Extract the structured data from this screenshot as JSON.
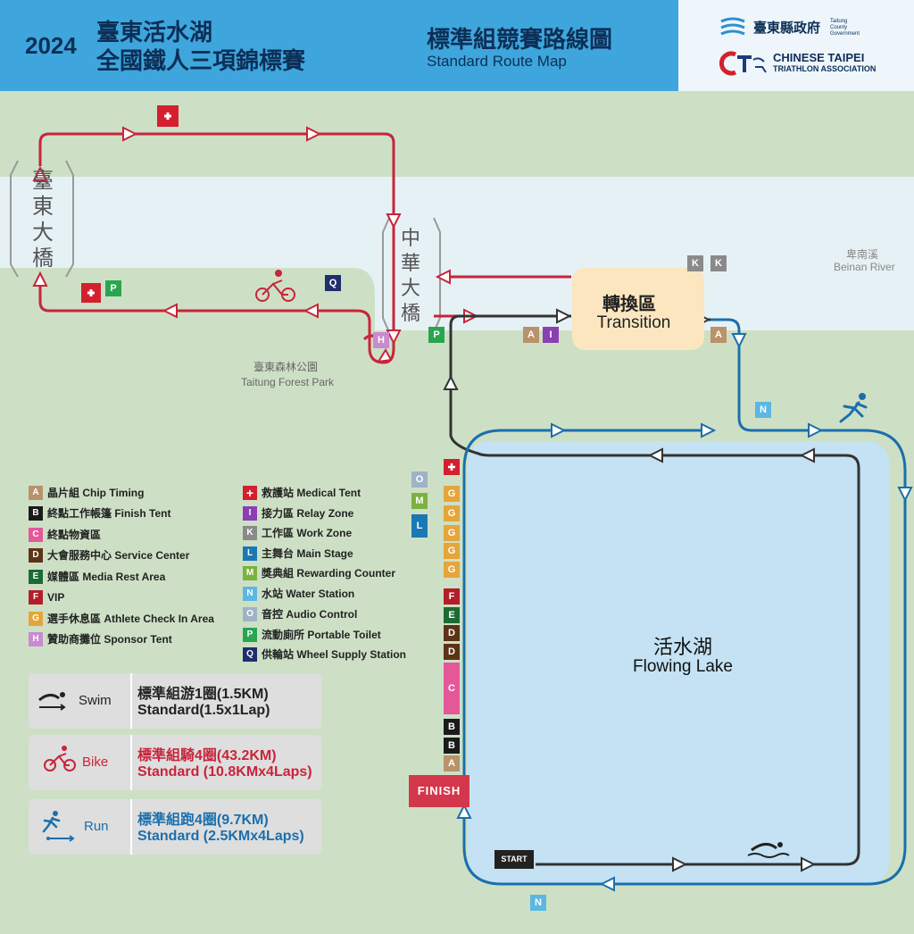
{
  "header": {
    "year": "2024",
    "title_line1": "臺東活水湖",
    "title_line2": "全國鐵人三項錦標賽",
    "map_title_zh": "標準組競賽路線圖",
    "map_title_en": "Standard Route Map",
    "logo1_text": "臺東縣政府",
    "logo1_small": "Taitung County Government",
    "logo2_line1": "CHINESE TAIPEI",
    "logo2_line2": "TRIATHLON ASSOCIATION"
  },
  "colors": {
    "bike": "#c8243a",
    "run": "#1b6fad",
    "swim": "#333333",
    "river": "#e7f2f8",
    "lake": "#c5e3f3",
    "background": "#cde0c5"
  },
  "places": {
    "taitung_bridge": [
      "臺",
      "東",
      "大",
      "橋"
    ],
    "zhonghua_bridge": [
      "中",
      "華",
      "大",
      "橋"
    ],
    "river_zh": "卑南溪",
    "river_en": "Beinan River",
    "park_zh": "臺東森林公園",
    "park_en": "Taitung Forest Park",
    "transition_zh": "轉換區",
    "transition_en": "Transition",
    "lake_zh": "活水湖",
    "lake_en": "Flowing Lake",
    "finish": "FINISH",
    "start": "START"
  },
  "route_markers": {
    "k1": "K",
    "k2": "K",
    "a1": "A",
    "i1": "I",
    "a2": "A",
    "n1": "N",
    "n2": "N",
    "h1": "H",
    "p1": "P",
    "p2": "P",
    "q1": "Q",
    "col_o": "O",
    "col_m": "M",
    "col_l": "L",
    "g1": "G",
    "g2": "G",
    "g3": "G",
    "g4": "G",
    "g5": "G",
    "f1": "F",
    "e1": "E",
    "d1": "D",
    "d2": "D",
    "c1": "C",
    "b1": "B",
    "b2": "B",
    "a3": "A"
  },
  "legend": [
    {
      "code": "A",
      "label": "晶片組  Chip Timing",
      "color": "#b8926a"
    },
    {
      "code": "B",
      "label": "終點工作帳篷  Finish Tent",
      "color": "#1a1a1a"
    },
    {
      "code": "C",
      "label": "終點物資區",
      "color": "#e4589a"
    },
    {
      "code": "D",
      "label": "大會服務中心  Service Center",
      "color": "#5b3416"
    },
    {
      "code": "E",
      "label": "媒體區  Media Rest Area",
      "color": "#1d6b34"
    },
    {
      "code": "F",
      "label": "VIP",
      "color": "#b31e2a"
    },
    {
      "code": "G",
      "label": "選手休息區  Athlete Check In Area",
      "color": "#e5a53a"
    },
    {
      "code": "H",
      "label": "贊助商攤位  Sponsor Tent",
      "color": "#c98ad1"
    },
    {
      "code": "+",
      "label": "救護站  Medical Tent",
      "color": "#d4202e"
    },
    {
      "code": "I",
      "label": "接力區  Relay Zone",
      "color": "#8b3fb3"
    },
    {
      "code": "K",
      "label": "工作區  Work Zone",
      "color": "#8a8a8a"
    },
    {
      "code": "L",
      "label": "主舞台  Main Stage",
      "color": "#1a78b5"
    },
    {
      "code": "M",
      "label": "獎典組  Rewarding Counter",
      "color": "#7ab23f"
    },
    {
      "code": "N",
      "label": "水站  Water Station",
      "color": "#5bb7e3"
    },
    {
      "code": "O",
      "label": "音控  Audio Control",
      "color": "#9fb3c8"
    },
    {
      "code": "P",
      "label": "流動廁所  Portable Toilet",
      "color": "#2aa54f"
    },
    {
      "code": "Q",
      "label": "供輪站  Wheel Supply Station",
      "color": "#1e2f6b"
    }
  ],
  "cards": {
    "swim": {
      "label": "Swim",
      "line1": "標準組游1圈(1.5KM)",
      "line2": "Standard(1.5x1Lap)",
      "color": "#222222"
    },
    "bike": {
      "label": "Bike",
      "line1": "標準組騎4圈(43.2KM)",
      "line2": "Standard (10.8KMx4Laps)",
      "color": "#c8243a"
    },
    "run": {
      "label": "Run",
      "line1": "標準組跑4圈(9.7KM)",
      "line2": "Standard (2.5KMx4Laps)",
      "color": "#1b6fad"
    }
  }
}
